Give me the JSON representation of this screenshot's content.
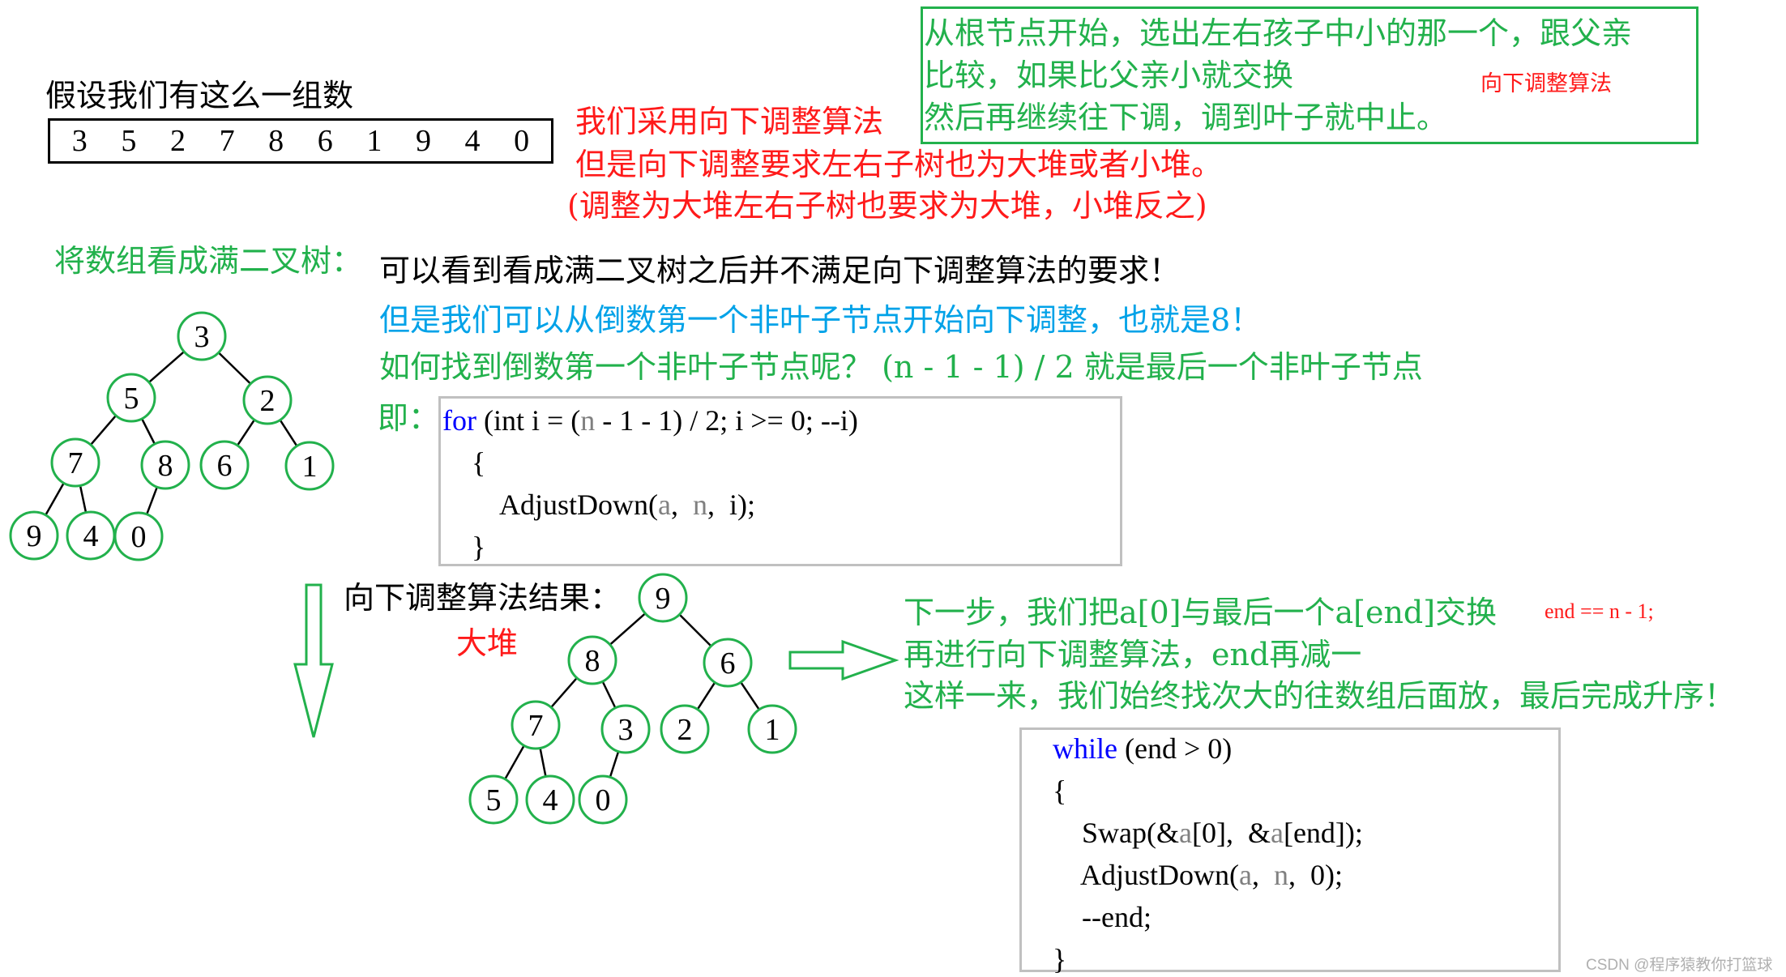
{
  "intro": "假设我们有这么一组数",
  "array": [
    "3",
    "5",
    "2",
    "7",
    "8",
    "6",
    "1",
    "9",
    "4",
    "0"
  ],
  "red_notes": [
    "我们采用向下调整算法",
    "但是向下调整要求左右子树也为大堆或者小堆。",
    "(调整为大堆左右子树也要求为大堆，小堆反之)"
  ],
  "green_box": {
    "lines": [
      "从根节点开始，选出左右孩子中小的那一个，跟父亲",
      "比较，如果比父亲小就交换",
      "然后再继续往下调，调到叶子就中止。"
    ],
    "tag": "向下调整算法"
  },
  "tree_label": "将数组看成满二叉树：",
  "black_note": "可以看到看成满二叉树之后并不满足向下调整算法的要求！",
  "blue_note": "但是我们可以从倒数第一个非叶子节点开始向下调整，也就是8！",
  "green_note": "如何找到倒数第一个非叶子节点呢？  (n - 1 - 1) / 2 就是最后一个非叶子节点",
  "ji_label": "即：",
  "code1": [
    [
      {
        "t": "for",
        "c": "#0000ff"
      },
      {
        "t": " (int i = (",
        "c": "#000"
      },
      {
        "t": "n",
        "c": "#808080"
      },
      {
        "t": " - 1 - 1) / 2; i >= 0; --i)",
        "c": "#000"
      }
    ],
    [
      {
        "t": "    {",
        "c": "#000"
      }
    ],
    [
      {
        "t": "        AdjustDown(",
        "c": "#000"
      },
      {
        "t": "a",
        "c": "#808080"
      },
      {
        "t": ",  ",
        "c": "#000"
      },
      {
        "t": "n",
        "c": "#808080"
      },
      {
        "t": ",  i);",
        "c": "#000"
      }
    ],
    [
      {
        "t": "    }",
        "c": "#000"
      }
    ]
  ],
  "tree1": [
    "3",
    "5",
    "2",
    "7",
    "8",
    "6",
    "1",
    "9",
    "4",
    "0"
  ],
  "result_label": "向下调整算法结果：",
  "big_heap": "大堆",
  "tree2": [
    "9",
    "8",
    "6",
    "7",
    "3",
    "2",
    "1",
    "5",
    "4",
    "0"
  ],
  "next_steps": [
    "下一步，我们把a[0]与最后一个a[end]交换",
    "再进行向下调整算法，end再减一",
    "这样一来，我们始终找次大的往数组后面放，最后完成升序！"
  ],
  "end_note": "end == n - 1;",
  "code2": [
    [
      {
        "t": "while",
        "c": "#0000ff"
      },
      {
        "t": " (end > 0)",
        "c": "#000"
      }
    ],
    [
      {
        "t": "{",
        "c": "#000"
      }
    ],
    [
      {
        "t": "    Swap(&",
        "c": "#000"
      },
      {
        "t": "a",
        "c": "#808080"
      },
      {
        "t": "[0],  &",
        "c": "#000"
      },
      {
        "t": "a",
        "c": "#808080"
      },
      {
        "t": "[end]);",
        "c": "#000"
      }
    ],
    [
      {
        "t": "    AdjustDown(",
        "c": "#000"
      },
      {
        "t": "a",
        "c": "#808080"
      },
      {
        "t": ",  ",
        "c": "#000"
      },
      {
        "t": "n",
        "c": "#808080"
      },
      {
        "t": ",  0);",
        "c": "#000"
      }
    ],
    [
      {
        "t": "    --end;",
        "c": "#000"
      }
    ],
    [
      {
        "t": "}",
        "c": "#000"
      }
    ]
  ],
  "watermark": "CSDN @程序猿教你打篮球",
  "colors": {
    "green": "#22b14c",
    "red": "#ff1a1a",
    "blue": "#00a2e8"
  }
}
